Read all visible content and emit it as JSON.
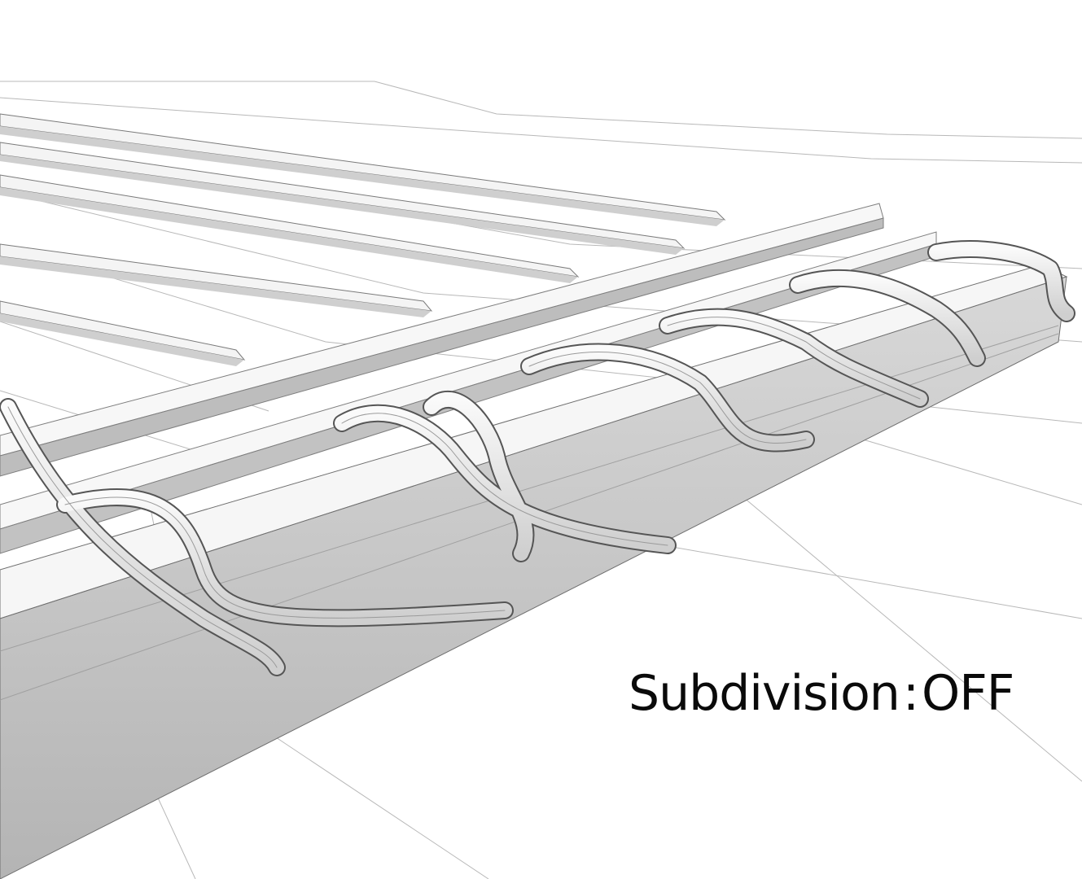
{
  "caption": {
    "label": "Subdivision",
    "separator": ":",
    "value": "OFF"
  },
  "colors": {
    "background": "#ffffff",
    "wire": "#8a8a8a",
    "strip_light": "#f4f4f4",
    "strip_shade": "#c9c9c9",
    "block_side": "#bdbdbd",
    "text": "#0a0a0a"
  },
  "render": {
    "shading": "clay-wireframe",
    "subject": "woven-straps-over-slatted-frame"
  }
}
